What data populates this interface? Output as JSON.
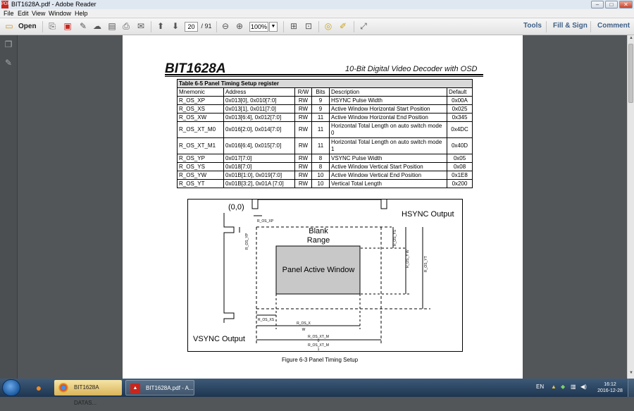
{
  "window": {
    "title": "BIT1628A.pdf - Adobe Reader",
    "app_icon": "PDF",
    "controls": {
      "minimize": "–",
      "maximize": "□",
      "close": "✕"
    }
  },
  "menu": [
    "File",
    "Edit",
    "View",
    "Window",
    "Help"
  ],
  "toolbar": {
    "open_label": "Open",
    "page_current": "20",
    "page_total": "/ 91",
    "zoom": "100%",
    "right_links": [
      "Tools",
      "Fill & Sign",
      "Comment"
    ]
  },
  "document": {
    "header_left": "BIT1628A",
    "header_right": "10-Bit Digital Video Decoder with OSD",
    "table": {
      "caption": "Table 6-5    Panel Timing Setup register",
      "columns": [
        "Mnemonic",
        "Address",
        "R/W",
        "Bits",
        "Description",
        "Default"
      ],
      "rows": [
        [
          "R_OS_XP",
          "0x013[0], 0x010[7:0]",
          "RW",
          "9",
          "HSYNC Pulse Width",
          "0x00A"
        ],
        [
          "R_OS_XS",
          "0x013[1], 0x011[7:0]",
          "RW",
          "9",
          "Active Window Horizontal Start Position",
          "0x025"
        ],
        [
          "R_OS_XW",
          "0x013[6:4], 0x012[7:0]",
          "RW",
          "11",
          "Active Window Horizontal End Position",
          "0x345"
        ],
        [
          "R_OS_XT_M0",
          "0x016[2:0], 0x014[7:0]",
          "RW",
          "11",
          "Horizontal Total Length on auto switch mode 0",
          "0x4DC"
        ],
        [
          "R_OS_XT_M1",
          "0x016[6:4], 0x015[7:0]",
          "RW",
          "11",
          "Horizontal Total Length on auto switch mode 1",
          "0x40D"
        ],
        [
          "R_OS_YP",
          "0x017[7:0]",
          "RW",
          "8",
          "VSYNC Pulse Width",
          "0x05"
        ],
        [
          "R_OS_YS",
          "0x018[7:0]",
          "RW",
          "8",
          "Active Window Vertical Start Position",
          "0x08"
        ],
        [
          "R_OS_YW",
          "0x01B[1:0], 0x019[7:0]",
          "RW",
          "10",
          "Active Window Vertical End Position",
          "0x1E8"
        ],
        [
          "R_OS_YT",
          "0x01B[3:2], 0x01A [7:0]",
          "RW",
          "10",
          "Vertical Total Length",
          "0x200"
        ]
      ]
    },
    "figure": {
      "origin": "(0,0)",
      "hsync": "HSYNC Output",
      "vsync": "VSYNC Output",
      "blank1": "Blank",
      "blank2": "Range",
      "active": "Panel Active Window",
      "l_xp": "R_OS_XP",
      "l_yp": "R_OS_YP",
      "l_ys": "R_OS_YS",
      "l_yw": "R_OS_Y W",
      "l_yt": "R_OS_YT",
      "l_xs": "R_OS_XS",
      "l_xw1": "R_OS_X",
      "l_xw2": "W",
      "l_xt1": "R_OS_XT_M",
      "l_xt2": "0",
      "l_xt3": "R_OS_XT_M",
      "l_xt4": "1"
    },
    "figure_caption": "Figure 6-3    Panel Timing Setup"
  },
  "taskbar": {
    "tasks": [
      "BIT1628A DATAS...",
      "BIT1628A.pdf - A..."
    ],
    "lang": "EN",
    "time": "16:12",
    "date": "2016-12-28"
  }
}
